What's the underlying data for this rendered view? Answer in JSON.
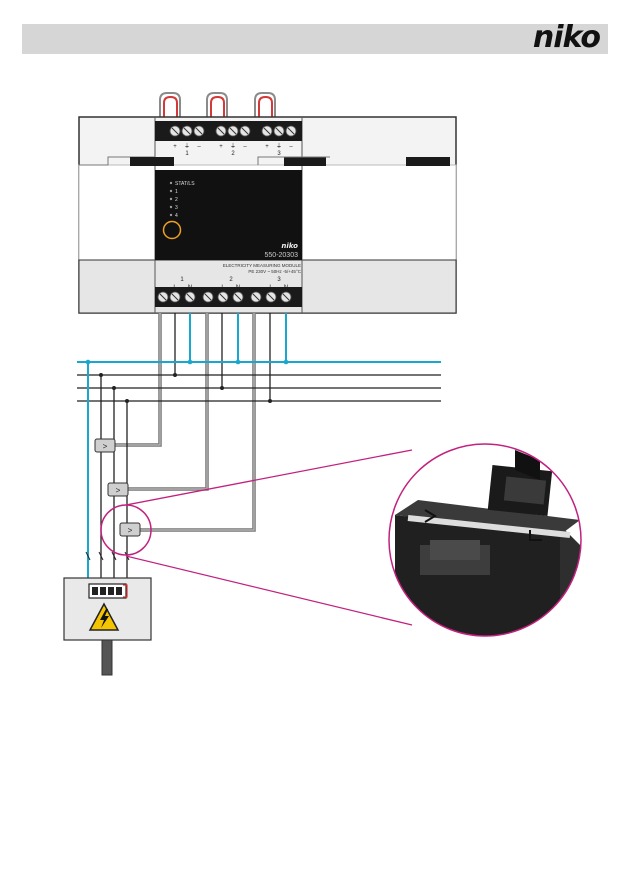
{
  "header": {
    "brand": "niko"
  },
  "module": {
    "status_led": "STAT/LS",
    "channel_leds": [
      "1",
      "2",
      "3",
      "4"
    ],
    "brand_label": "niko",
    "part_number": "550-20303",
    "label_line_1": "ELECTRICITY MEASURING MODULE",
    "label_line_2": "PE   230V ~ 50Hz   -5/+45°C",
    "top_terminal_symbols": [
      "+",
      "⏚",
      "–"
    ],
    "top_terminal_numbers": [
      "1",
      "2",
      "3"
    ],
    "bottom_terminal_L": "L",
    "bottom_terminal_N": "N",
    "bottom_terminal_numbers": [
      "1",
      "2",
      "3"
    ]
  },
  "colors": {
    "live_wire": "#1aa7cf",
    "dark_wire": "#222222",
    "magnifier": "#c2217e",
    "warning": "#f5c400",
    "module_body": "#f2f2f2",
    "display": "#111111"
  },
  "icons": [
    "current-clamp-icon",
    "high-voltage-warning-icon",
    "arrow-direction-icon"
  ]
}
